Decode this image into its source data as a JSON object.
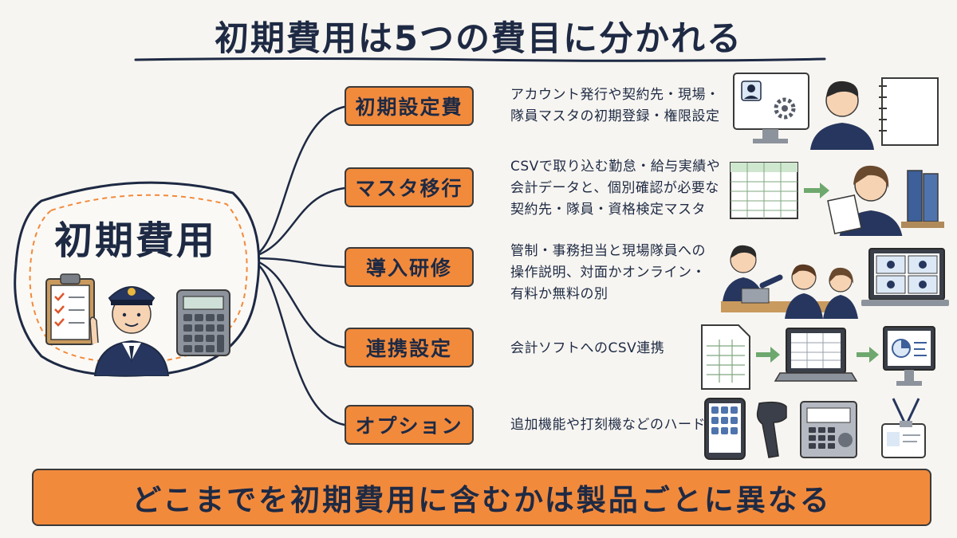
{
  "title": "初期費用は5つの費目に分かれる",
  "center": {
    "label": "初期費用"
  },
  "categories": [
    {
      "label": "初期設定費",
      "desc": [
        "アカウント発行や契約先・現場・",
        "隊員マスタの初期登録・権限設定"
      ]
    },
    {
      "label": "マスタ移行",
      "desc": [
        "CSVで取り込む勤怠・給与実績や",
        "会計データと、個別確認が必要な",
        "契約先・隊員・資格検定マスタ"
      ]
    },
    {
      "label": "導入研修",
      "desc": [
        "管制・事務担当と現場隊員への",
        "操作説明、対面かオンライン・",
        "有料か無料の別"
      ]
    },
    {
      "label": "連携設定",
      "desc": [
        "会計ソフトへのCSV連携"
      ]
    },
    {
      "label": "オプション",
      "desc": [
        "追加機能や打刻機などのハード"
      ]
    }
  ],
  "footer": {
    "text": "どこまでを初期費用に含むかは製品ごとに異なる"
  },
  "colors": {
    "accent": "#f28a3c",
    "navy": "#1e2a44",
    "background": "#f7f5f1"
  }
}
